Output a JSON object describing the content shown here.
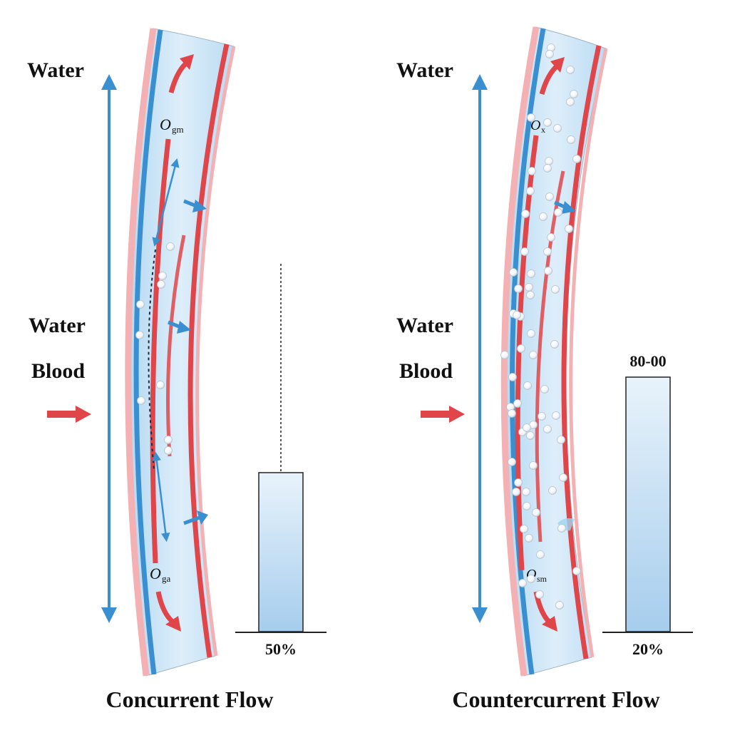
{
  "panels": [
    {
      "id": "concurrent",
      "title": "Concurrent Flow",
      "labels": {
        "water_top": "Water",
        "water_mid": "Water",
        "blood": "Blood"
      },
      "oxygen_top": {
        "symbol": "O",
        "subscript": "gm"
      },
      "oxygen_bottom": {
        "symbol": "O",
        "subscript": "ga"
      },
      "flow_top_direction": "up",
      "flow_bottom_direction": "down",
      "bar": {
        "value_label": "50%",
        "top_label": "",
        "fill_fraction": 0.5,
        "dashed_guide": true
      }
    },
    {
      "id": "countercurrent",
      "title": "Countercurrent Flow",
      "labels": {
        "water_top": "Water",
        "water_mid": "Water",
        "blood": "Blood"
      },
      "oxygen_top": {
        "symbol": "O",
        "subscript": "x"
      },
      "oxygen_bottom": {
        "symbol": "O",
        "subscript": "sm"
      },
      "flow_top_direction": "up",
      "flow_bottom_direction": "down",
      "bar": {
        "value_label": "20%",
        "top_label": "80-00",
        "fill_fraction": 0.8,
        "dashed_guide": false
      }
    }
  ],
  "colors": {
    "water_blue": "#3a8fd0",
    "blood_red": "#e0454a",
    "vessel_fill": "#cfe6f6",
    "vessel_edge_pink": "#f4b1b3",
    "bar_fill_top": "#e6f2fb",
    "bar_fill_bottom": "#a9d0ee",
    "text": "#111111"
  }
}
